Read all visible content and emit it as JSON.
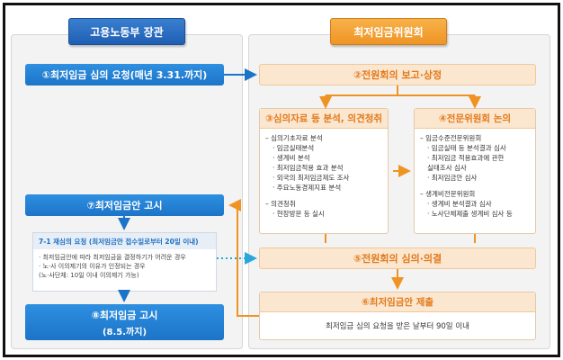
{
  "headers": {
    "ministry": "고용노동부 장관",
    "commission": "최저임금위원회"
  },
  "ministry": {
    "request": "①최저임금 심의 요청(매년 3.31.까지)",
    "notice": "⑦최저임금안 고시",
    "reexam": {
      "title": "7-1 재심의 요청 (최저임금안 접수일로부터 20일 이내)",
      "lines": [
        "· 최저임금안에 따라 최저임금을 결정하기가 어려운 경우",
        "· 노·사 이의제기의 이유가 인정되는 경우",
        "(노·사단체: 10일 이내 이의제기 가능)"
      ]
    },
    "final": {
      "title": "⑧최저임금 고시",
      "sub": "(8.5.까지)"
    }
  },
  "commission": {
    "report": "②전원회의 보고·상정",
    "analysis": {
      "title": "③심의자료 등 분석, 의견청취",
      "lines": [
        {
          "kind": "head",
          "text": "– 심의기초자료 분석"
        },
        {
          "kind": "item",
          "text": "· 임금실태분석"
        },
        {
          "kind": "item",
          "text": "· 생계비 분석"
        },
        {
          "kind": "item",
          "text": "· 최저임금적용 효과 분석"
        },
        {
          "kind": "item",
          "text": "· 외국의 최저임금제도 조사"
        },
        {
          "kind": "item",
          "text": "· 주요노동경제지표 분석"
        },
        {
          "kind": "gap",
          "text": ""
        },
        {
          "kind": "head",
          "text": "– 의견청취"
        },
        {
          "kind": "item",
          "text": "· 현장방문 등 실시"
        }
      ]
    },
    "expert": {
      "title": "④전문위원회 논의",
      "lines": [
        {
          "kind": "head",
          "text": "– 임금수준전문위원회"
        },
        {
          "kind": "item",
          "text": "· 임금실태 등 분석결과 심사"
        },
        {
          "kind": "item",
          "text": "· 최저임금 적용효과에 관한"
        },
        {
          "kind": "item",
          "text": "  실태조사 심사"
        },
        {
          "kind": "item",
          "text": "· 최저임금안 심사"
        },
        {
          "kind": "gap",
          "text": ""
        },
        {
          "kind": "head",
          "text": "– 생계비전문위원회"
        },
        {
          "kind": "item",
          "text": "· 생계비 분석결과 심사"
        },
        {
          "kind": "item",
          "text": "· 노사단체제출 생계비 심사 등"
        }
      ]
    },
    "decide": "⑤전원회의 심의·의결",
    "submit": {
      "title": "⑥최저임금안 제출",
      "text": "최저임금 심의 요청을 받은 날부터 90일 이내"
    }
  },
  "colors": {
    "blue": "#1c74c8",
    "orange": "#ef9424",
    "orange_light": "#fbe6cf",
    "orange_text": "#e2791a"
  }
}
